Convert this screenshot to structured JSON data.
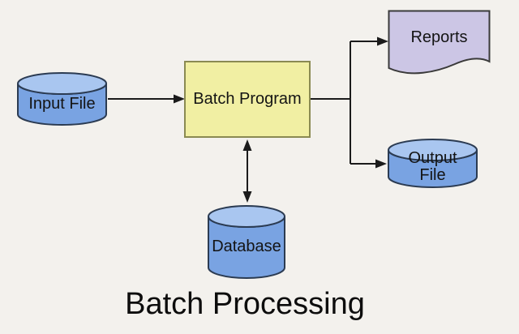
{
  "diagram": {
    "title": "Batch Processing",
    "nodes": {
      "input_file": {
        "label": "Input File",
        "shape": "cylinder"
      },
      "batch_program": {
        "label": "Batch Program",
        "shape": "rectangle"
      },
      "reports": {
        "label": "Reports",
        "shape": "document"
      },
      "output_file": {
        "label": "Output File",
        "shape": "cylinder"
      },
      "database": {
        "label": "Database",
        "shape": "cylinder"
      }
    },
    "edges": [
      {
        "from": "input_file",
        "to": "batch_program",
        "style": "arrow"
      },
      {
        "from": "batch_program",
        "to": "reports",
        "style": "arrow"
      },
      {
        "from": "batch_program",
        "to": "output_file",
        "style": "arrow"
      },
      {
        "from": "batch_program",
        "to": "database",
        "style": "double-arrow"
      }
    ],
    "colors": {
      "background": "#F3F1ED",
      "cylinder_body": "#79A3E2",
      "cylinder_top": "#A9C6F0",
      "cylinder_stroke": "#2B3B52",
      "process_fill": "#F1EFA3",
      "process_stroke": "#8A8A52",
      "document_fill": "#CCC6E5",
      "document_stroke": "#3A3A3A",
      "connector": "#1B1B1B",
      "label_text": "#141414"
    }
  }
}
